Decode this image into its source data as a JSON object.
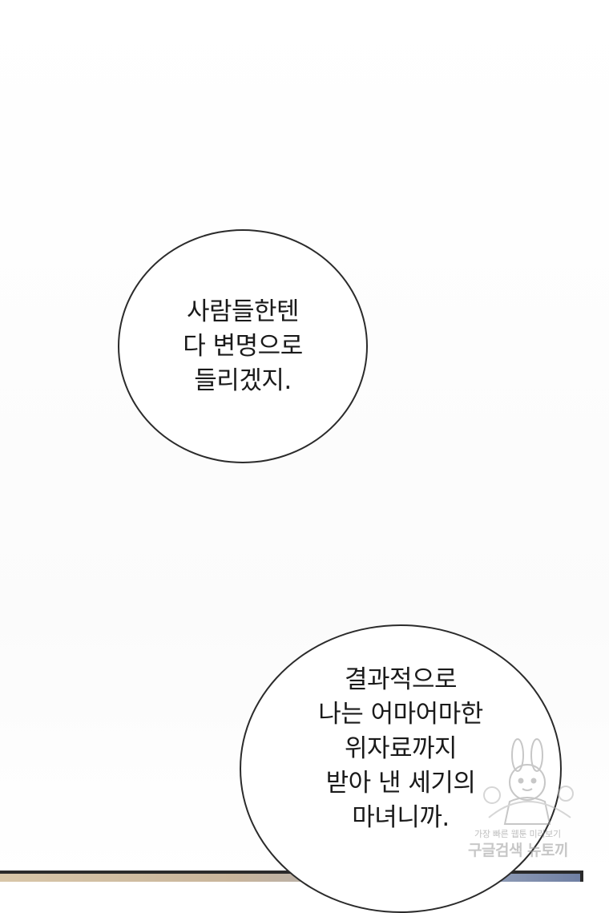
{
  "bubbles": [
    {
      "lines": [
        "사람들한텐",
        "다 변명으로",
        "들리겠지."
      ]
    },
    {
      "lines": [
        "결과적으로",
        "나는 어마어마한",
        "위자료까지",
        "받아 낸 세기의",
        "마녀니까."
      ]
    }
  ],
  "watermark": {
    "tagline": "가장 빠른 웹툰 미리보기",
    "brand": "구글검색 뉴토끼",
    "icon": "bunny-mascot-icon"
  }
}
